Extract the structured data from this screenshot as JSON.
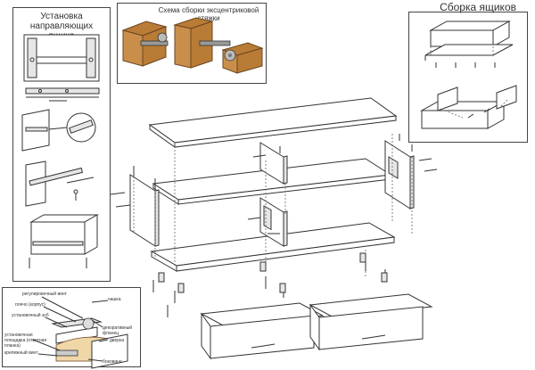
{
  "titles": {
    "guides": "Установка направляющих ящика",
    "cam_scheme": "Схема сборки эксцентриковой стяжки",
    "drawers": "Сборка ящиков"
  },
  "hinge_labels": {
    "adjust_screw": "регулировочный винт",
    "arm": "плечо (корпус)",
    "mounting_tab": "установочный зуб",
    "mounting_plate": "установочная площадка (ответная планка)",
    "cross_screw": "крепежный винт",
    "cup": "чашка",
    "decor_flange": "декоративный фланец",
    "door": "дверка",
    "side": "боковина"
  },
  "colors": {
    "line": "#333333",
    "wood": "#c98f4a"
  }
}
